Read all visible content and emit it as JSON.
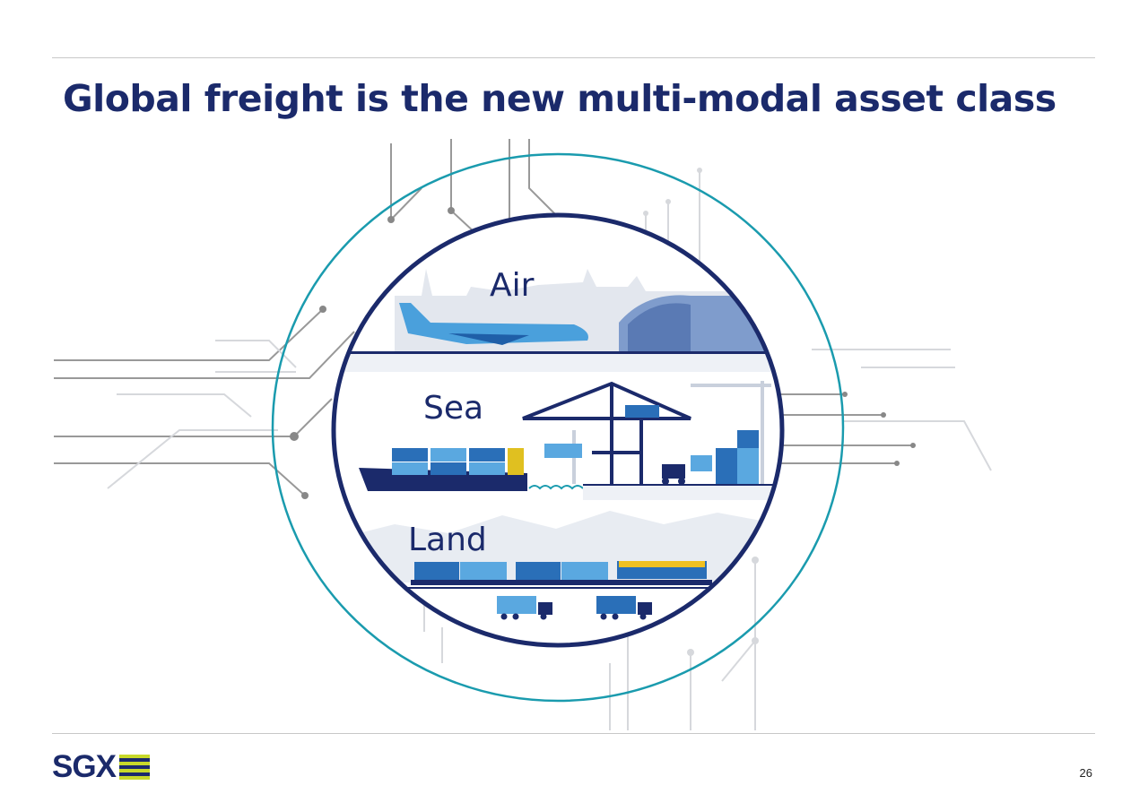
{
  "slide": {
    "title": "Global freight is the new multi-modal asset class",
    "page_number": "26"
  },
  "illustration": {
    "modes": [
      "Air",
      "Sea",
      "Land"
    ]
  },
  "logo": {
    "text": "SGX"
  },
  "colors": {
    "navy": "#1b2a6b",
    "teal": "#1a9bae",
    "blue": "#2a6fb8",
    "light_blue": "#5aa8e0",
    "lime": "#c8d92a"
  }
}
